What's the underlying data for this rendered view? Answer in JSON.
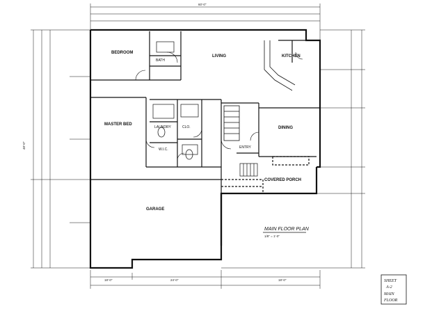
{
  "plan": {
    "title": "MAIN FLOOR PLAN",
    "scale": "1/8\" = 1'-0\"",
    "rooms": [
      {
        "key": "bedroom",
        "name": "BEDROOM"
      },
      {
        "key": "bath",
        "name": "BATH"
      },
      {
        "key": "living",
        "name": "LIVING"
      },
      {
        "key": "kitchen",
        "name": "KITCHEN"
      },
      {
        "key": "master_bed",
        "name": "MASTER BED"
      },
      {
        "key": "wic",
        "name": "W.I.C."
      },
      {
        "key": "closet",
        "name": "CLO."
      },
      {
        "key": "laundry",
        "name": "LAUNDRY"
      },
      {
        "key": "dining",
        "name": "DINING"
      },
      {
        "key": "entry",
        "name": "ENTRY"
      },
      {
        "key": "covered_porch",
        "name": "COVERED PORCH"
      },
      {
        "key": "garage",
        "name": "GARAGE"
      }
    ],
    "dimensions": {
      "top": "60'-0\"",
      "left": "48'-0\"",
      "bottom_left": "18'-0\"",
      "bottom_mid": "24'-0\"",
      "bottom_right": "18'-0\""
    },
    "stamp": [
      "SHEET",
      "A-2",
      "MAIN",
      "FLOOR"
    ]
  }
}
